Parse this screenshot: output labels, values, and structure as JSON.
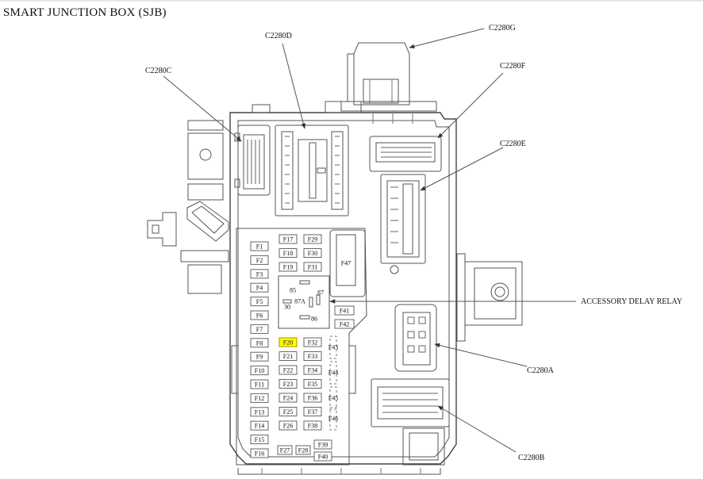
{
  "title": "SMART JUNCTION BOX (SJB)",
  "highlight_color": "#ffff00",
  "connectors": {
    "c2280g": "C2280G",
    "c2280d": "C2280D",
    "c2280c": "C2280C",
    "c2280f": "C2280F",
    "c2280e": "C2280E",
    "c2280a": "C2280A",
    "c2280b": "C2280B"
  },
  "relay": {
    "label": "ACCESSORY DELAY RELAY",
    "pins": {
      "p85": "85",
      "p87": "87",
      "p87a": "87A",
      "p30": "30",
      "p86": "86"
    }
  },
  "fuses": {
    "left": [
      "F1",
      "F2",
      "F3",
      "F4",
      "F5",
      "F6",
      "F7",
      "F8",
      "F9",
      "F10",
      "F11",
      "F12",
      "F13",
      "F14",
      "F15",
      "F16"
    ],
    "col2": [
      "F17",
      "F18",
      "F19",
      "F20",
      "F21",
      "F22",
      "F23",
      "F24",
      "F25",
      "F26"
    ],
    "col3": [
      "F29",
      "F30",
      "F31",
      "F32",
      "F33",
      "F34",
      "F35",
      "F36",
      "F37",
      "F38"
    ],
    "right_small": [
      "F41",
      "F42"
    ],
    "vertical": [
      "F43",
      "F44",
      "F45",
      "F46"
    ],
    "bottom": [
      "F27",
      "F28",
      "F39",
      "F40"
    ],
    "maxi": "F47",
    "highlighted": "F20"
  }
}
